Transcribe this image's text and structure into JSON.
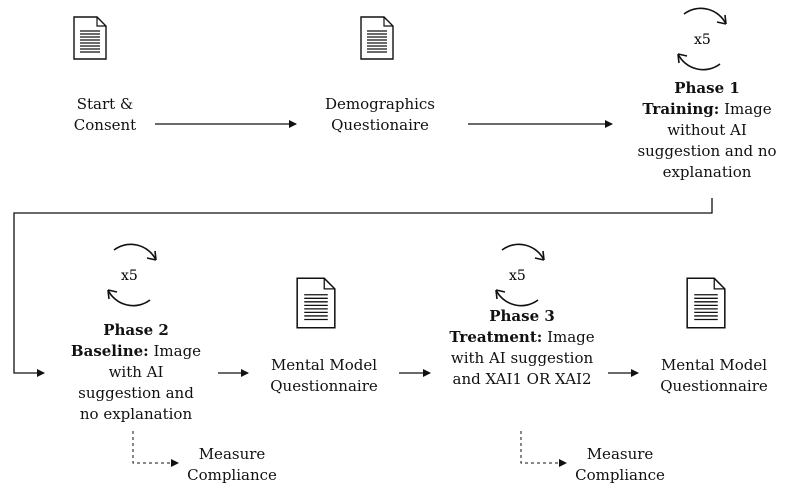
{
  "nodes": {
    "start": {
      "line1": "Start &",
      "line2": "Consent"
    },
    "demographics": {
      "line1": "Demographics",
      "line2": "Questionaire"
    },
    "phase1": {
      "title": "Phase 1",
      "subtitle": "Training:",
      "desc_l1": "Image",
      "desc_l2": "without AI",
      "desc_l3": "suggestion and no",
      "desc_l4": "explanation",
      "repeat": "x5"
    },
    "phase2": {
      "title": "Phase 2",
      "subtitle": "Baseline:",
      "desc_l1": "Image",
      "desc_l2": "with AI",
      "desc_l3": "suggestion and",
      "desc_l4": "no explanation",
      "repeat": "x5"
    },
    "mm1": {
      "line1": "Mental Model",
      "line2": "Questionnaire"
    },
    "phase3": {
      "title": "Phase 3",
      "subtitle": "Treatment:",
      "desc_l1": "Image",
      "desc_l2": "with AI suggestion",
      "desc_l3": "and XAI1 OR XAI2",
      "repeat": "x5"
    },
    "mm2": {
      "line1": "Mental Model",
      "line2": "Questionnaire"
    },
    "compliance1": {
      "line1": "Measure",
      "line2": "Compliance"
    },
    "compliance2": {
      "line1": "Measure",
      "line2": "Compliance"
    }
  },
  "icons": {
    "document": "document-icon",
    "cycle": "cycle-arrows-icon"
  }
}
